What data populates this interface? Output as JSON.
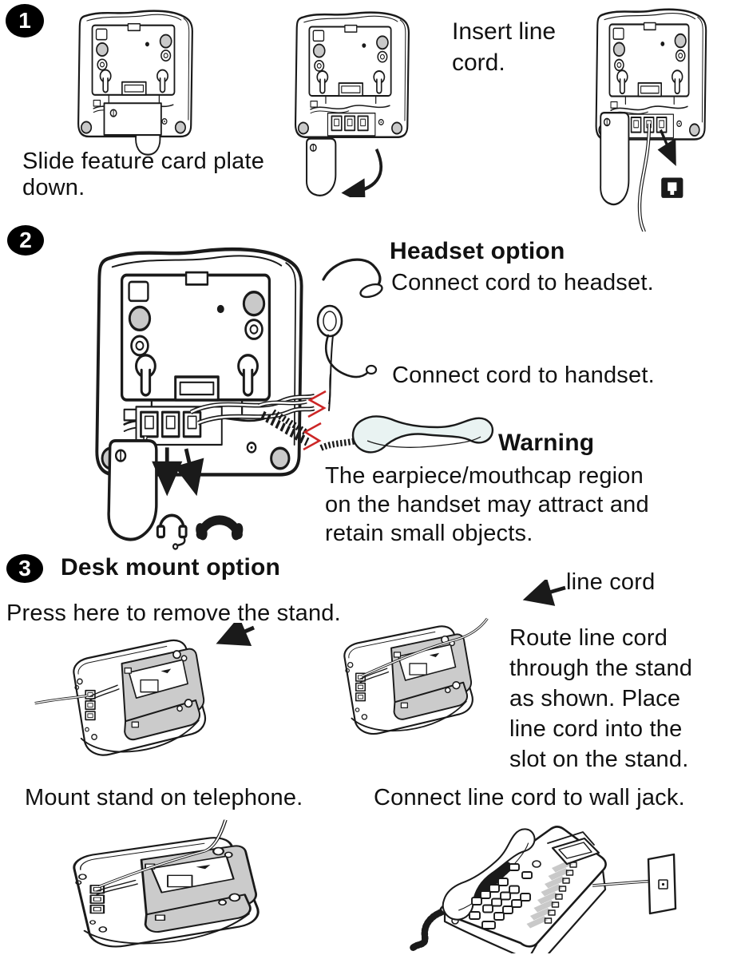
{
  "page": {
    "background": "#ffffff",
    "width": "918",
    "height": "1196"
  },
  "colors": {
    "line_art": "#1a1a1a",
    "stand_gray": "#cbcbcb",
    "handset_pale": "#e9f3f2",
    "break_mark_red": "#cc2626",
    "badge_background": "#000000",
    "badge_text": "#ffffff"
  },
  "icons": {
    "modular_jack": "rj11-jack-icon",
    "headset": "headset-icon",
    "handset": "handset-icon"
  },
  "step1": {
    "badge": "1",
    "slide_caption": "Slide feature card plate\ndown.",
    "insert_caption": "Insert line\ncord."
  },
  "step2": {
    "badge": "2",
    "headset_title": "Headset option",
    "connect_headset": "Connect cord to headset.",
    "connect_handset": "Connect cord to handset.",
    "warning_title": "Warning",
    "warning_body": "The earpiece/mouthcap region\non the handset may attract and\nretain small objects."
  },
  "step3": {
    "badge": "3",
    "title": "Desk mount option",
    "press_caption": "Press here to remove the stand.",
    "line_cord_label": "line cord",
    "route_caption": "Route line cord\nthrough the stand\nas shown. Place\nline cord into the\nslot on the stand.",
    "mount_caption": "Mount stand on telephone.",
    "connect_caption": "Connect line cord to wall jack."
  }
}
